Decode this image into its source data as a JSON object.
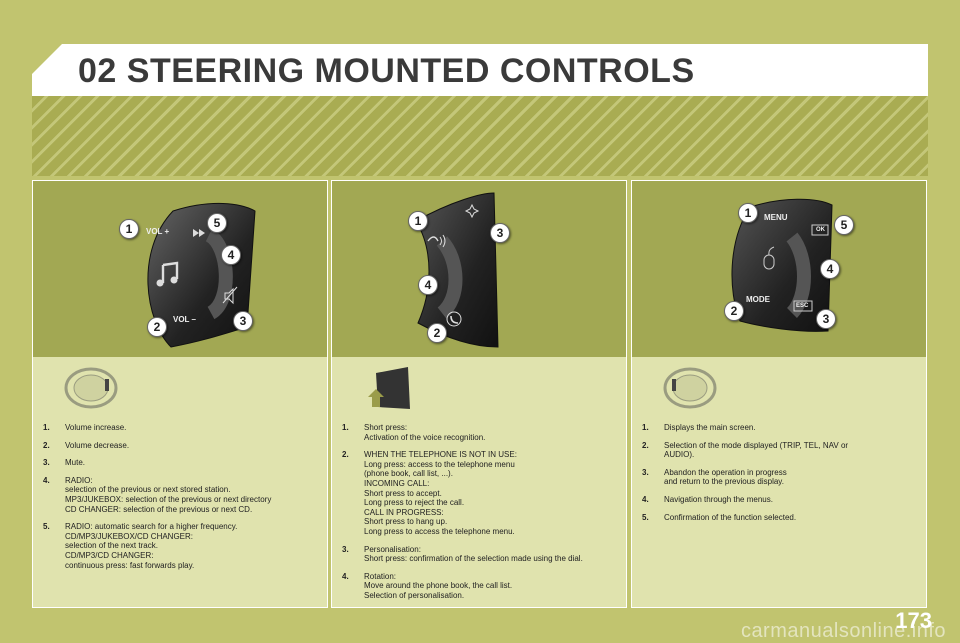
{
  "page": {
    "section_number": "02",
    "title": "STEERING MOUNTED CONTROLS",
    "page_number": "173",
    "watermark": "carmanualsonline.info"
  },
  "panels": [
    {
      "id": "vol",
      "labels": {
        "vol_plus": "VOL +",
        "vol_minus": "VOL –"
      },
      "badges": [
        "1",
        "2",
        "3",
        "4",
        "5"
      ],
      "items": [
        {
          "num": "1.",
          "text": "Volume increase."
        },
        {
          "num": "2.",
          "text": "Volume decrease."
        },
        {
          "num": "3.",
          "text": "Mute."
        },
        {
          "num": "4.",
          "text": "RADIO:\nselection of the previous or next stored station.\nMP3/JUKEBOX: selection of the previous or next directory\nCD CHANGER: selection of the previous or next CD."
        },
        {
          "num": "5.",
          "text": "RADIO: automatic search for a higher frequency.\nCD/MP3/JUKEBOX/CD CHANGER:\nselection of the next track.\nCD/MP3/CD CHANGER:\ncontinuous press: fast forwards play."
        }
      ]
    },
    {
      "id": "phone",
      "badges": [
        "1",
        "2",
        "3",
        "4"
      ],
      "items": [
        {
          "num": "1.",
          "text": "Short press:\nActivation of the voice recognition."
        },
        {
          "num": "2.",
          "text": "WHEN THE TELEPHONE IS NOT IN USE:\nLong press: access to the telephone menu\n(phone book, call list, ...).\nINCOMING CALL:\nShort press to accept.\nLong press to reject the call.\nCALL IN PROGRESS:\nShort press to hang up.\nLong press to access the telephone menu."
        },
        {
          "num": "3.",
          "text": "Personalisation:\nShort press: confirmation of the selection made using the dial."
        },
        {
          "num": "4.",
          "text": "Rotation:\nMove around the phone book, the call list.\nSelection of personalisation."
        }
      ]
    },
    {
      "id": "menu",
      "labels": {
        "menu": "MENU",
        "mode": "MODE",
        "ok": "OK",
        "esc": "ESC"
      },
      "badges": [
        "1",
        "2",
        "3",
        "4",
        "5"
      ],
      "items": [
        {
          "num": "1.",
          "text": "Displays the main screen."
        },
        {
          "num": "2.",
          "text": "Selection of the mode displayed (TRIP, TEL, NAV or\nAUDIO)."
        },
        {
          "num": "3.",
          "text": "Abandon the operation in progress\nand return to the previous display."
        },
        {
          "num": "4.",
          "text": "Navigation through the menus."
        },
        {
          "num": "5.",
          "text": "Confirmation of the function selected."
        }
      ]
    }
  ],
  "icons": [
    "music-note-icon",
    "mute-icon",
    "fast-forward-icon",
    "voice-recognition-icon",
    "phone-icon",
    "sparkle-icon",
    "mouse-icon",
    "steering-wheel-icon"
  ]
}
